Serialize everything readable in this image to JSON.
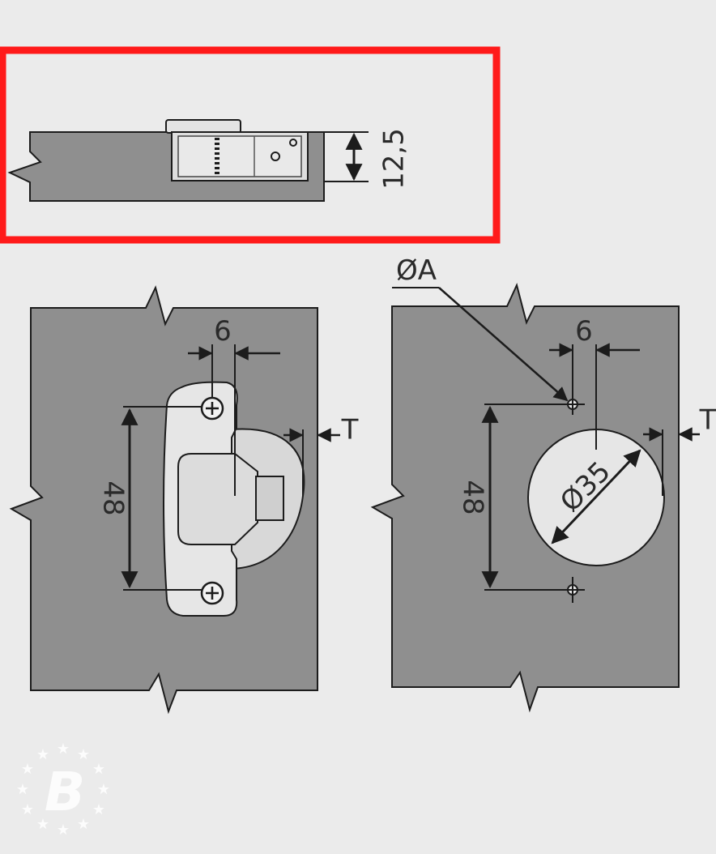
{
  "colors": {
    "background": "#ebebeb",
    "panel": "#8f8f8f",
    "hinge": "#e8e8e8",
    "line": "#1c1c1c",
    "highlight": "#ff1a1a",
    "watermark": "#ffffff"
  },
  "top_view": {
    "height_label": "12,5"
  },
  "left_view": {
    "spacing_label": "6",
    "height_label": "48",
    "offset_label": "T"
  },
  "right_view": {
    "hole_label": "ØA",
    "spacing_label": "6",
    "height_label": "48",
    "offset_label": "T",
    "cup_label": "Ø35"
  },
  "watermark": {
    "logo_letter": "B"
  }
}
